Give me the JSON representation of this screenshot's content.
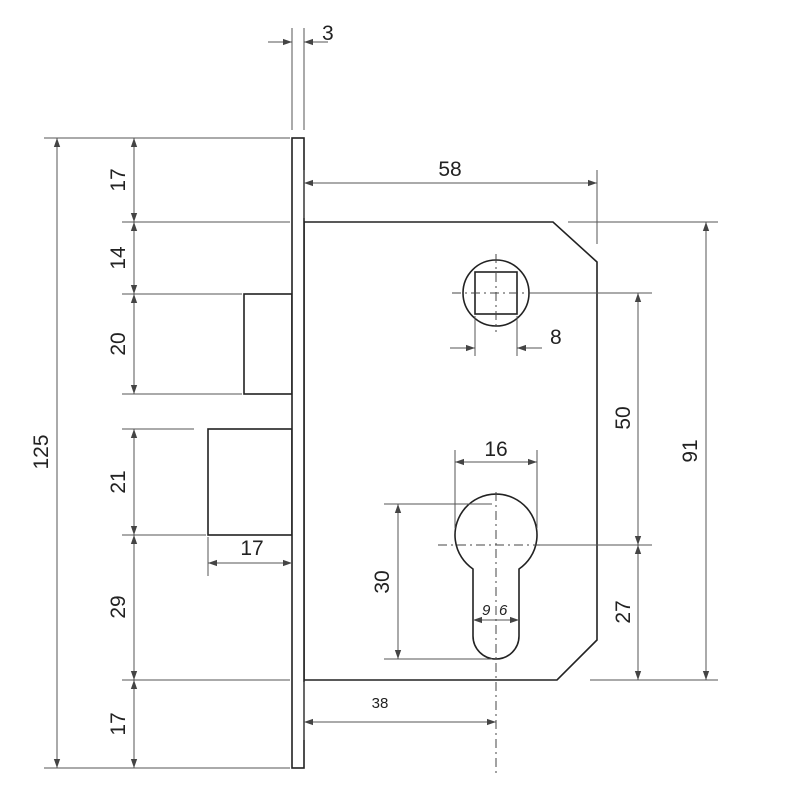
{
  "dimensions": {
    "faceplate_thickness": "3",
    "body_width": "58",
    "spindle_square": "8",
    "cylinder_width": "16",
    "spindle_to_cylinder": "50",
    "body_height": "91",
    "total_height": "125",
    "top_margin": "17",
    "bolt_offset": "14",
    "latch_height": "20",
    "deadbolt_height": "21",
    "deadbolt_throw": "17",
    "lower_span": "29",
    "bottom_margin": "17",
    "cylinder_height": "30",
    "cylinder_slot_9": "9",
    "cylinder_slot_6": "6",
    "cylinder_to_bottom": "27",
    "backset": "38"
  }
}
